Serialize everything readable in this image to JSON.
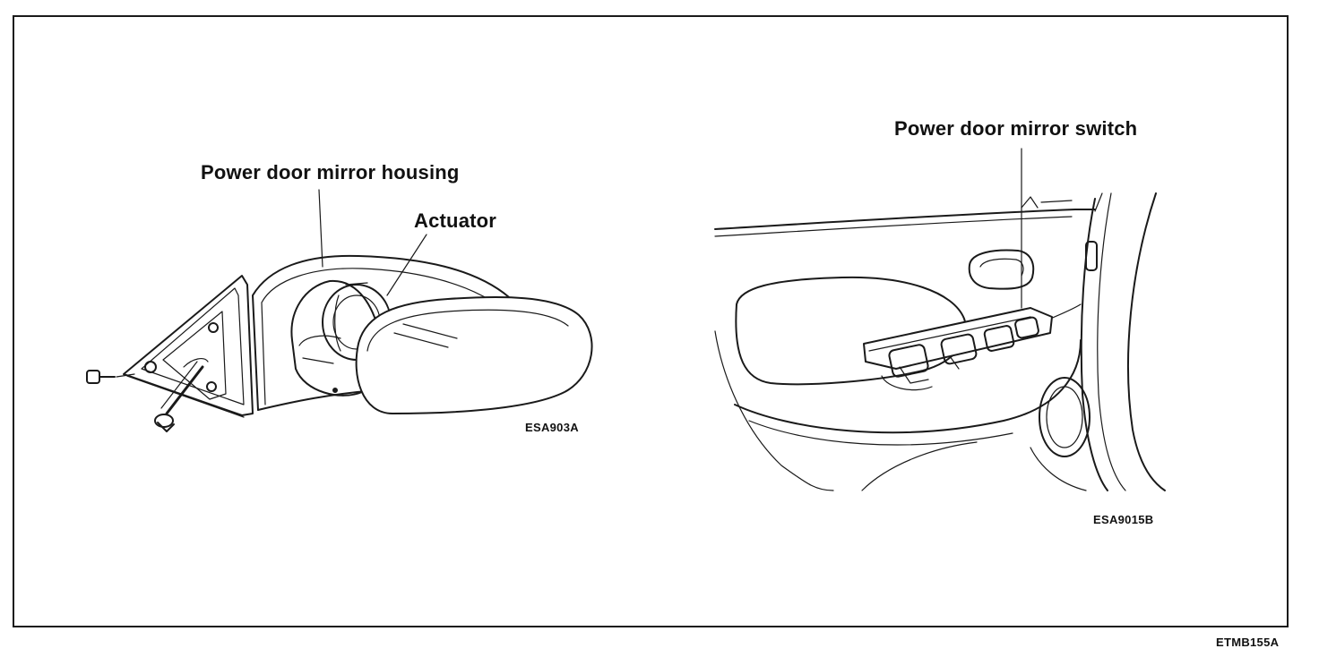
{
  "labels": {
    "mirror_housing": "Power door mirror housing",
    "actuator": "Actuator",
    "mirror_switch": "Power door mirror switch"
  },
  "figure_codes": {
    "left_figure": "ESA903A",
    "right_figure": "ESA9015B",
    "page": "ETMB155A"
  }
}
